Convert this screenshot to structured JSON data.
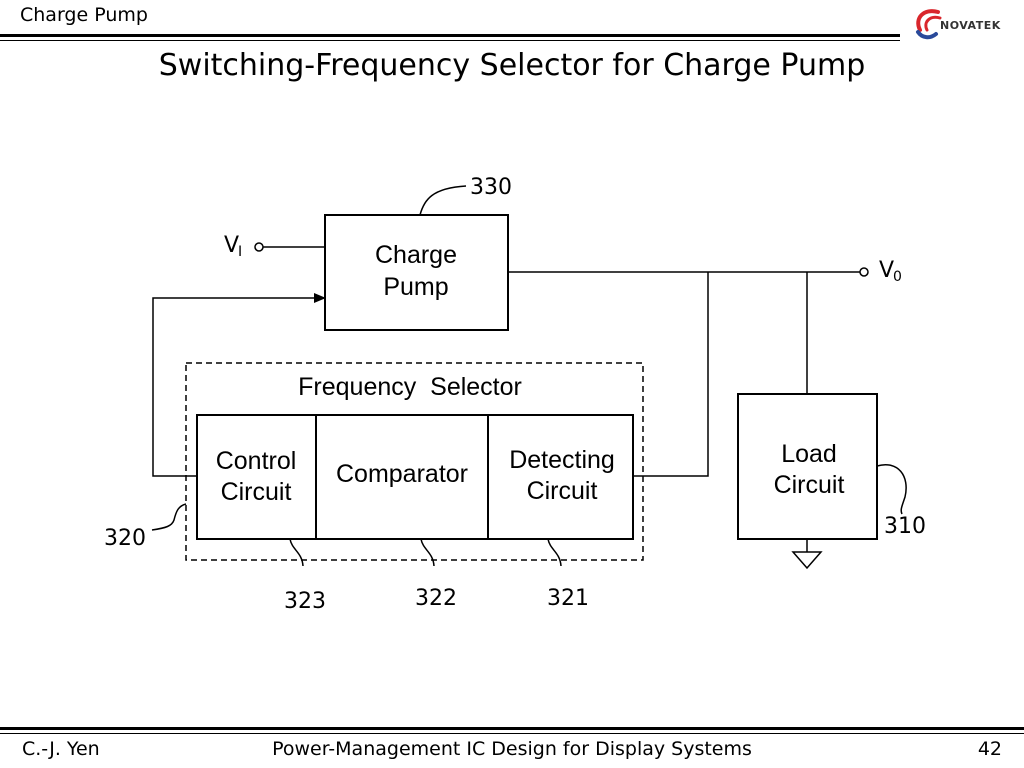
{
  "header": {
    "label": "Charge Pump",
    "logo_text": "NOVATEK"
  },
  "title": "Switching-Frequency Selector for Charge Pump",
  "diagram": {
    "charge_pump": {
      "line1": "Charge",
      "line2": "Pump",
      "ref": "330"
    },
    "input": {
      "symbol": "V",
      "subscript": "I"
    },
    "output": {
      "symbol": "V",
      "subscript": "0"
    },
    "frequency_selector": {
      "label": "Frequency  Selector",
      "ref": "320"
    },
    "control_circuit": {
      "line1": "Control",
      "line2": "Circuit",
      "ref": "323"
    },
    "comparator": {
      "label": "Comparator",
      "ref": "322"
    },
    "detecting_circuit": {
      "line1": "Detecting",
      "line2": "Circuit",
      "ref": "321"
    },
    "load_circuit": {
      "line1": "Load",
      "line2": "Circuit",
      "ref": "310"
    }
  },
  "footer": {
    "author": "C.-J. Yen",
    "course": "Power-Management IC Design for Display Systems",
    "page": "42"
  },
  "colors": {
    "logo_red": "#d9262c",
    "logo_blue": "#2a4a9a"
  }
}
